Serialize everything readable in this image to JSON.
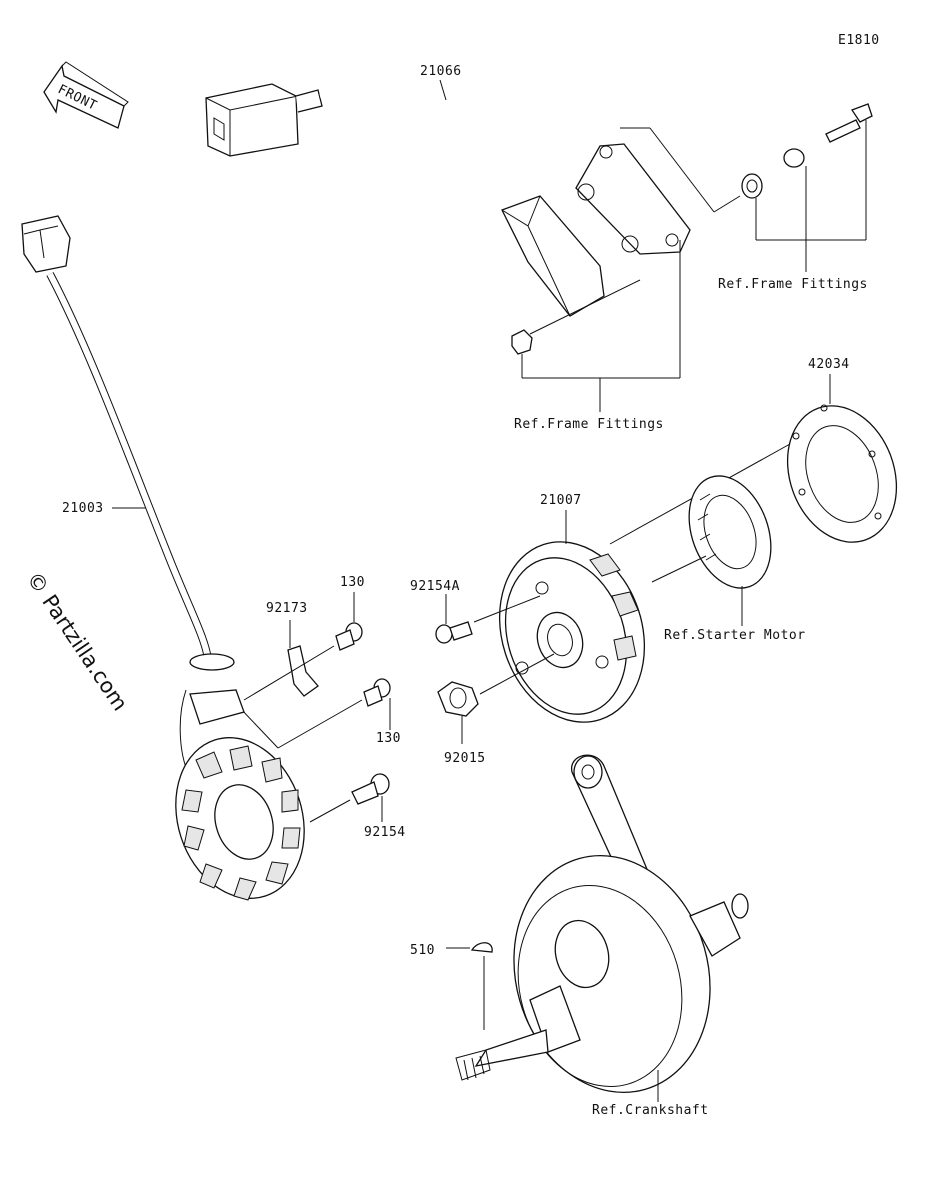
{
  "diagram_code": "E1810",
  "watermark": "© Partzilla.com",
  "front_arrow_label": "FRONT",
  "parts": {
    "wiring_harness_top": "21066",
    "stator_lead": "21003",
    "cover_gasket": "42034",
    "flywheel_rotor": "21007",
    "bolt_upper_a": "130",
    "bolt_lower_a": "130",
    "clamp": "92173",
    "screw_a": "92154A",
    "nut": "92015",
    "stator_bolt": "92154",
    "woodruff_key": "510"
  },
  "references": {
    "frame_fittings_right": "Ref.Frame Fittings",
    "frame_fittings_lower": "Ref.Frame Fittings",
    "starter_motor": "Ref.Starter Motor",
    "crankshaft": "Ref.Crankshaft"
  }
}
